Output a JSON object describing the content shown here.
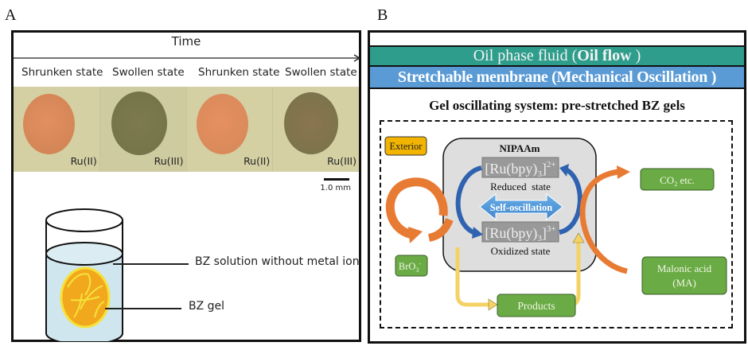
{
  "panels": {
    "a": {
      "letter": "A",
      "time_label": "Time",
      "states": [
        "Shrunken state",
        "Swollen state",
        "Shrunken state",
        "Swollen state"
      ],
      "photos": [
        {
          "ru_label": "Ru(II)",
          "color": "#d98a5e"
        },
        {
          "ru_label": "Ru(III)",
          "color": "#7f7d4f"
        },
        {
          "ru_label": "Ru(II)",
          "color": "#de8b5c"
        },
        {
          "ru_label": "Ru(III)",
          "color": "#86794f"
        }
      ],
      "scale_label": "1.0 mm",
      "beaker": {
        "solution_label": "BZ solution without metal ion",
        "gel_label": "BZ gel"
      }
    },
    "b": {
      "letter": "B",
      "oil_bar": {
        "text_plain": "Oil phase fluid (",
        "text_bold": "Oil flow",
        "text_end": " )",
        "color": "#2e9d8c"
      },
      "membrane_bar": {
        "text": "Stretchable membrane (Mechanical Oscillation )",
        "color": "#5b9bd5"
      },
      "gel_title": "Gel oscillating system: pre-stretched BZ gels",
      "exterior_label": "Exterior",
      "nipaam_label": "NIPAAm",
      "reduced_complex": {
        "base": "[Ru(bpy)",
        "sub": "3",
        "close": "]",
        "sup": "2+"
      },
      "reduced_state": "Reduced  state",
      "self_oscillation": "Self-oscillation",
      "oxidized_complex": {
        "base": "[Ru(bpy)",
        "sub": "3",
        "close": "]",
        "sup": "3+"
      },
      "oxidized_state": "Oxidized state",
      "bro3": {
        "base": "BrO",
        "sub": "3",
        "sup": "-"
      },
      "co2": {
        "base": "CO",
        "sub": "2",
        "rest": " etc."
      },
      "malonic": {
        "line1": "Malonic acid",
        "line2": "(MA)"
      },
      "products": "Products",
      "colors": {
        "green": "#6aab45",
        "orange": "#e87b33",
        "blue_arrow": "#2f62b0",
        "yellow": "#f5d265",
        "gray_box": "#999999",
        "gel_bg": "#dedede",
        "exterior": "#f2b400"
      }
    }
  }
}
